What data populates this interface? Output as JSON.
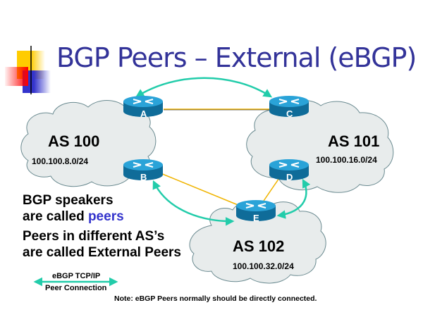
{
  "slide": {
    "title": "BGP Peers – External (eBGP)",
    "colors": {
      "title": "#333399",
      "accent": "#3333cc",
      "peer_link": "#22ccaa",
      "physical_link": "#f0b400",
      "cloud_fill": "#e8ecec",
      "cloud_stroke": "#6a8a90",
      "router": "#1a86b8"
    }
  },
  "autonomous_systems": [
    {
      "id": "as100",
      "label": "AS 100",
      "network": "100.100.8.0/24"
    },
    {
      "id": "as101",
      "label": "AS 101",
      "network": "100.100.16.0/24"
    },
    {
      "id": "as102",
      "label": "AS 102",
      "network": "100.100.32.0/24"
    }
  ],
  "routers": [
    {
      "id": "A",
      "label": "A",
      "as": "AS 100"
    },
    {
      "id": "B",
      "label": "B",
      "as": "AS 100"
    },
    {
      "id": "C",
      "label": "C",
      "as": "AS 101"
    },
    {
      "id": "D",
      "label": "D",
      "as": "AS 101"
    },
    {
      "id": "E",
      "label": "E",
      "as": "AS 102"
    }
  ],
  "physical_links": [
    {
      "from": "A",
      "to": "C"
    },
    {
      "from": "B",
      "to": "E"
    },
    {
      "from": "D",
      "to": "E"
    }
  ],
  "peer_connections": [
    {
      "from": "A",
      "to": "C",
      "type": "eBGP"
    },
    {
      "from": "B",
      "to": "E",
      "type": "eBGP"
    },
    {
      "from": "D",
      "to": "E",
      "type": "eBGP"
    }
  ],
  "body": {
    "line1": "BGP speakers",
    "line2_prefix": "are called ",
    "line2_accent": "peers",
    "line3": "Peers in different AS’s",
    "line4": "are called External Peers"
  },
  "legend": {
    "label_top": "eBGP TCP/IP",
    "label_bottom": "Peer Connection"
  },
  "note": "Note: eBGP Peers normally should be directly connected."
}
